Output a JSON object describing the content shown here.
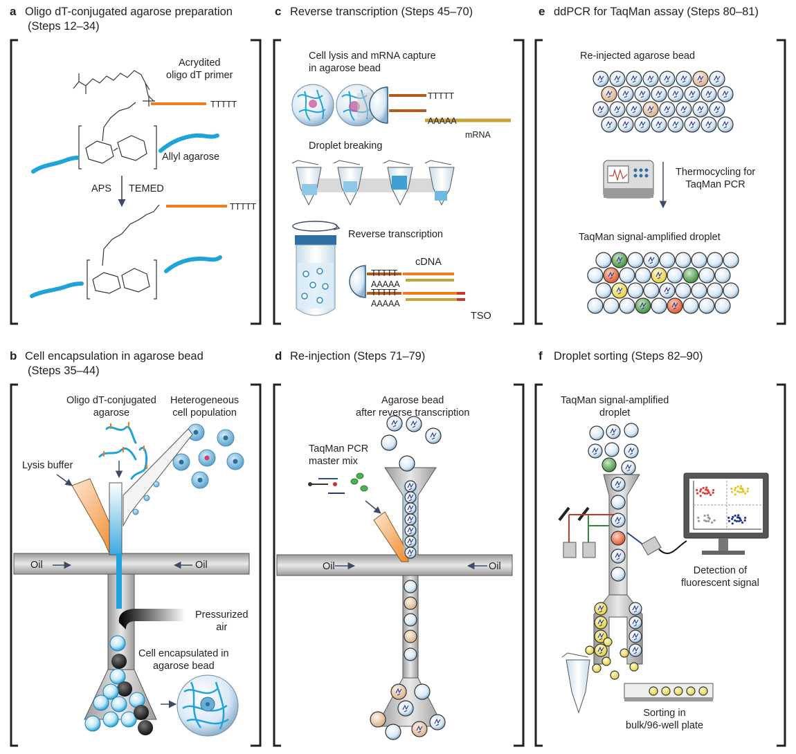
{
  "panels": {
    "a": {
      "letter": "a",
      "title": "Oligo dT-conjugated agarose preparation",
      "subtitle": "(Steps 12–34)",
      "primer_label_1": "Acrydited",
      "primer_label_2": "oligo dT primer",
      "tttt_1": "TTTTT",
      "agarose_label": "Allyl agarose",
      "aps": "APS",
      "temed": "TEMED",
      "tttt_2": "TTTTT"
    },
    "b": {
      "letter": "b",
      "title": "Cell encapsulation in agarose bead",
      "subtitle": "(Steps 35–44)",
      "oligo_1": "Oligo dT-conjugated",
      "oligo_2": "agarose",
      "hetero_1": "Heterogeneous",
      "hetero_2": "cell population",
      "lysis": "Lysis buffer",
      "oil_left": "Oil",
      "oil_right": "Oil",
      "air_1": "Pressurized",
      "air_2": "air",
      "encap_1": "Cell encapsulated in",
      "encap_2": "agarose bead"
    },
    "c": {
      "letter": "c",
      "title": "Reverse transcription (Steps 45–70)",
      "lysis_1": "Cell lysis and mRNA capture",
      "lysis_2": "in agarose bead",
      "tttt": "TTTTT",
      "aaaa": "AAAAA",
      "mrna": "mRNA",
      "breaking": "Droplet breaking",
      "rt": "Reverse transcription",
      "cdna": "cDNA",
      "tttt_2": "TTTTT",
      "aaaa_2": "AAAAA",
      "tttt_3": "TTTTT",
      "aaaa_3": "AAAAA",
      "tso": "TSO"
    },
    "d": {
      "letter": "d",
      "title": "Re-injection (Steps 71–79)",
      "bead_1": "Agarose bead",
      "bead_2": "after reverse transcription",
      "mix_1": "TaqMan PCR",
      "mix_2": "master mix",
      "oil_left": "Oil",
      "oil_right": "Oil"
    },
    "e": {
      "letter": "e",
      "title": "ddPCR for TaqMan assay (Steps 80–81)",
      "reinjected": "Re-injected agarose bead",
      "thermo_1": "Thermocycling for",
      "thermo_2": "TaqMan PCR",
      "amplified": "TaqMan signal-amplified droplet"
    },
    "f": {
      "letter": "f",
      "title": "Droplet sorting (Steps 82–90)",
      "amp_1": "TaqMan signal-amplified",
      "amp_2": "droplet",
      "detect_1": "Detection of",
      "detect_2": "fluorescent signal",
      "sort_1": "Sorting in",
      "sort_2": "bulk/96-well plate"
    }
  },
  "colors": {
    "oligo_blue": "#1fa3d9",
    "primer_orange": "#f07c1f",
    "droplet_blue": "#cfe3f2",
    "channel_gray": "#b3b3b3",
    "green": "#3f8f3f",
    "red": "#e0562c",
    "yellow": "#f2e04a",
    "beige": "#e9c9a6"
  }
}
